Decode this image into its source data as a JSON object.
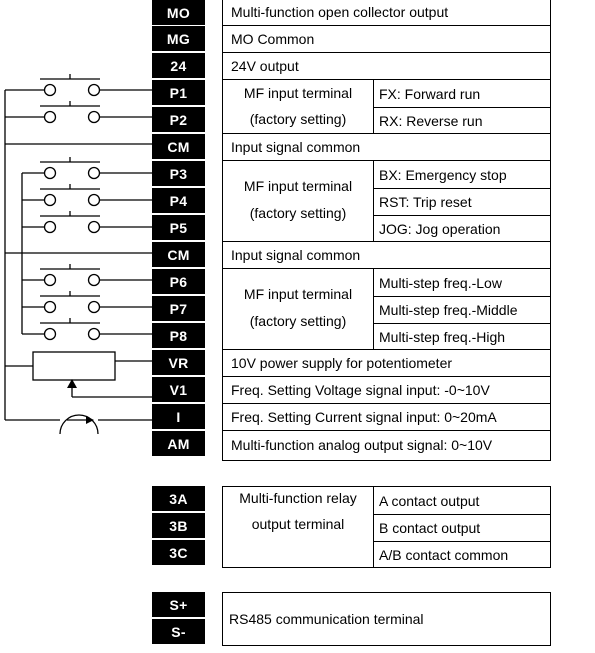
{
  "terminals": {
    "MO": "MO",
    "MG": "MG",
    "T24": "24",
    "P1": "P1",
    "P2": "P2",
    "CM1": "CM",
    "P3": "P3",
    "P4": "P4",
    "P5": "P5",
    "CM2": "CM",
    "P6": "P6",
    "P7": "P7",
    "P8": "P8",
    "VR": "VR",
    "V1": "V1",
    "I": "I",
    "AM": "AM",
    "A3": "3A",
    "B3": "3B",
    "C3": "3C",
    "Splus": "S+",
    "Sminus": "S-"
  },
  "descriptions": {
    "MO": "Multi-function open collector output",
    "MG": "MO Common",
    "T24": "24V output",
    "CM1": "Input signal common",
    "CM2": "Input signal common",
    "VR": "10V power supply for potentiometer",
    "V1": "Freq. Setting Voltage signal input: -0~10V",
    "I": "Freq. Setting Current signal input: 0~20mA",
    "AM": "Multi-function analog output signal: 0~10V",
    "RS485": "RS485 communication terminal"
  },
  "groups": {
    "g1": {
      "line1": "MF input terminal",
      "line2": "(factory setting)",
      "items": [
        "FX: Forward run",
        "RX: Reverse run"
      ]
    },
    "g2": {
      "line1": "MF input terminal",
      "line2": "(factory setting)",
      "items": [
        "BX: Emergency stop",
        "RST: Trip reset",
        "JOG: Jog operation"
      ]
    },
    "g3": {
      "line1": "MF input terminal",
      "line2": "(factory setting)",
      "items": [
        "Multi-step freq.-Low",
        "Multi-step freq.-Middle",
        "Multi-step freq.-High"
      ]
    },
    "relay": {
      "line1": "Multi-function relay",
      "line2": "output terminal",
      "items": [
        "A contact output",
        "B contact output",
        "A/B contact common"
      ]
    }
  }
}
